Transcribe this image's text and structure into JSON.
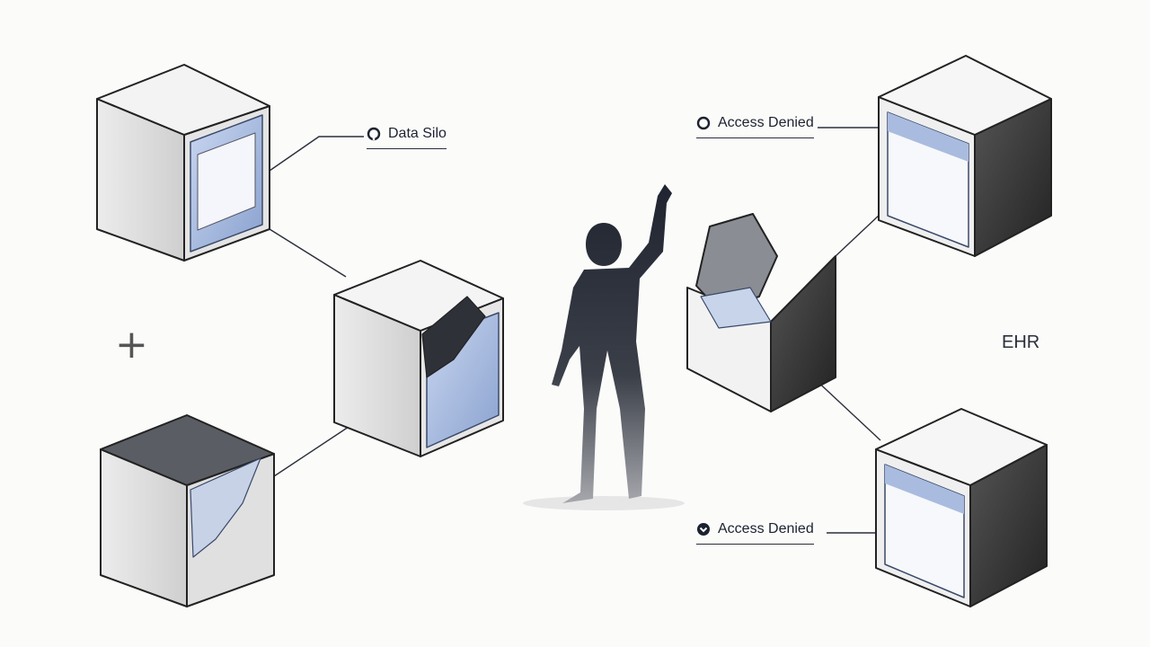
{
  "labels": {
    "data_silo": "Data Silo",
    "access_denied_top": "Access Denied",
    "access_denied_bottom": "Access Denied",
    "ehr": "EHR"
  },
  "icons": {
    "plus": "+",
    "data_silo_icon": "lock-ring-icon",
    "access_denied_top_icon": "ring-icon",
    "access_denied_bottom_icon": "chevron-down-circle-icon"
  },
  "colors": {
    "accent": "#4a6fae",
    "ink": "#1c2230",
    "dark_face": "#2b2d33",
    "screen": "#cfdaf0"
  }
}
